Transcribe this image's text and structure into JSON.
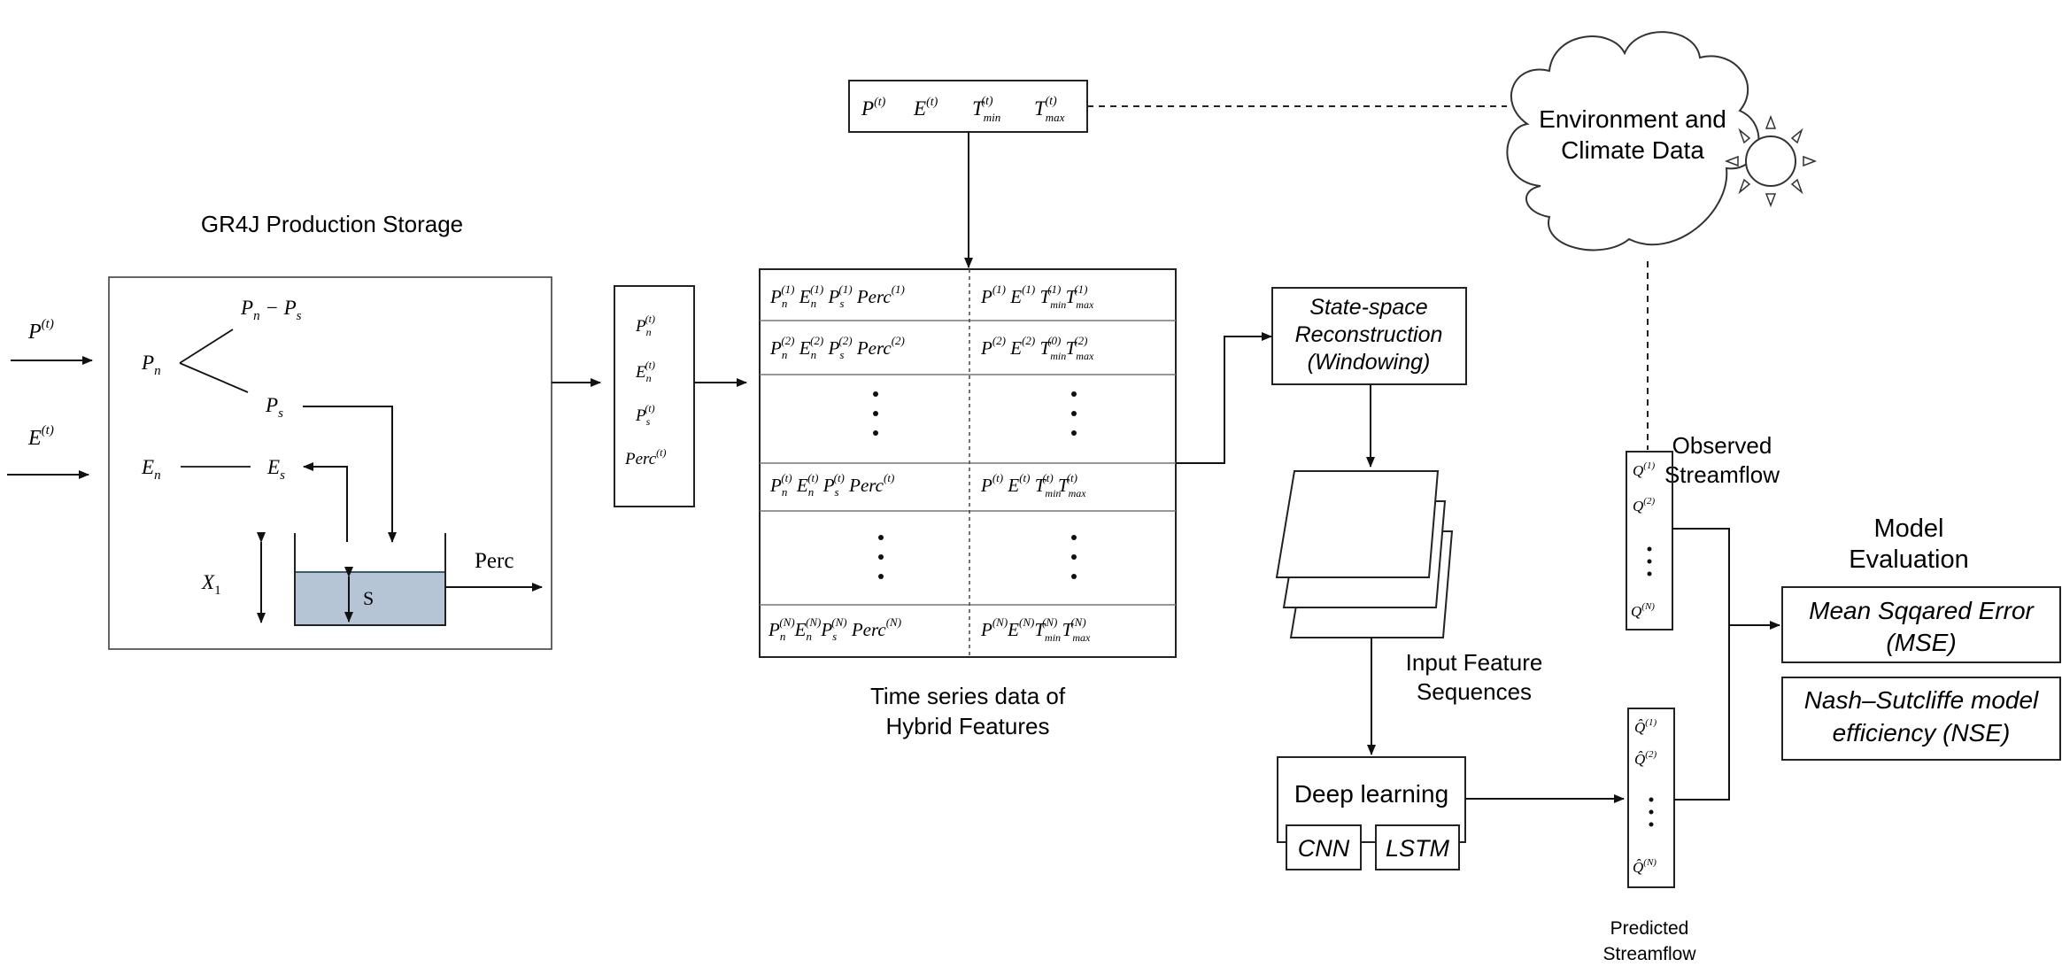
{
  "gr4j": {
    "title": "GR4J Production Storage",
    "input_p": "P",
    "input_e": "E",
    "pn": "P",
    "pn_minus_ps": "P",
    "ps": "P",
    "en": "E",
    "es": "E",
    "x1": "X",
    "storage": "S",
    "perc": "Perc"
  },
  "gr4j_output": [
    "P",
    "E",
    "P",
    "Perc"
  ],
  "climate_row": [
    "P",
    "E",
    "T",
    "T"
  ],
  "cloud": {
    "line1": "Environment and",
    "line2": "Climate Data"
  },
  "table": {
    "caption1": "Time series data of",
    "caption2": "Hybrid Features",
    "row_sup": [
      "(1)",
      "(2)",
      "(t)",
      "(N)"
    ]
  },
  "state_space": {
    "line1": "State-space",
    "line2": "Reconstruction",
    "line3": "(Windowing)"
  },
  "input_feature": {
    "line1": "Input Feature",
    "line2": "Sequences"
  },
  "deep_learning": {
    "label": "Deep learning",
    "cnn": "CNN",
    "lstm": "LSTM"
  },
  "observed": {
    "line1": "Observed",
    "line2": "Streamflow",
    "items": [
      "Q",
      "Q",
      "Q"
    ],
    "sups": [
      "(1)",
      "(2)",
      "(N)"
    ]
  },
  "predicted": {
    "line1": "Predicted",
    "line2": "Streamflow",
    "items": [
      "Q̂",
      "Q̂",
      "Q̂"
    ],
    "sups": [
      "(1)",
      "(2)",
      "(N)"
    ]
  },
  "evaluation": {
    "title1": "Model",
    "title2": "Evaluation",
    "mse1": "Mean Sqqared Error",
    "mse2": "(MSE)",
    "nse1": "Nash–Sutcliffe model",
    "nse2": "efficiency (NSE)"
  }
}
